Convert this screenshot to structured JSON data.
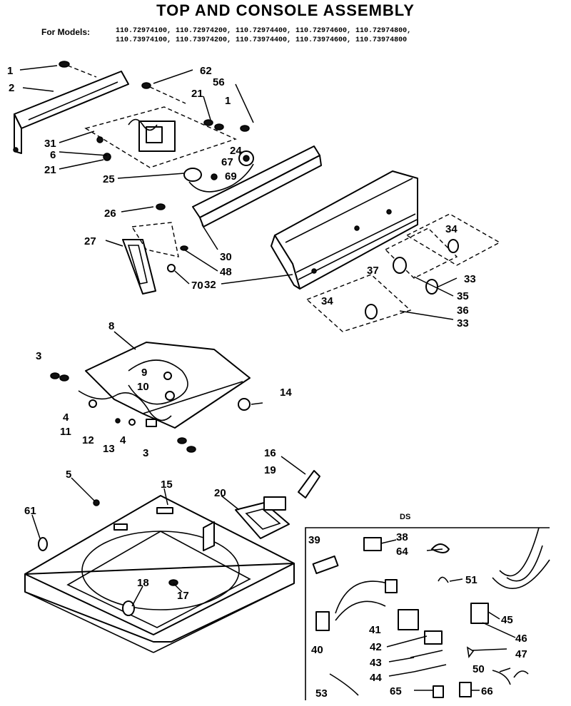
{
  "title": "TOP AND CONSOLE ASSEMBLY",
  "models_label": "For Models:",
  "model_lines": [
    "110.72974100, 110.72974200, 110.72974400, 110.72974600, 110.72974800,",
    "110.73974100, 110.73974200, 110.73974400, 110.73974600, 110.73974800"
  ],
  "inset_label": "DS",
  "callouts": [
    "1",
    "2",
    "62",
    "56",
    "21",
    "31",
    "6",
    "21",
    "24",
    "67",
    "69",
    "25",
    "26",
    "27",
    "30",
    "48",
    "70",
    "32",
    "34",
    "37",
    "33",
    "35",
    "36",
    "34",
    "33",
    "8",
    "9",
    "10",
    "3",
    "14",
    "4",
    "11",
    "12",
    "13",
    "4",
    "3",
    "16",
    "19",
    "5",
    "15",
    "20",
    "61",
    "18",
    "17",
    "39",
    "38",
    "64",
    "51",
    "45",
    "41",
    "46",
    "42",
    "47",
    "40",
    "43",
    "50",
    "44",
    "53",
    "65",
    "66",
    "1"
  ]
}
